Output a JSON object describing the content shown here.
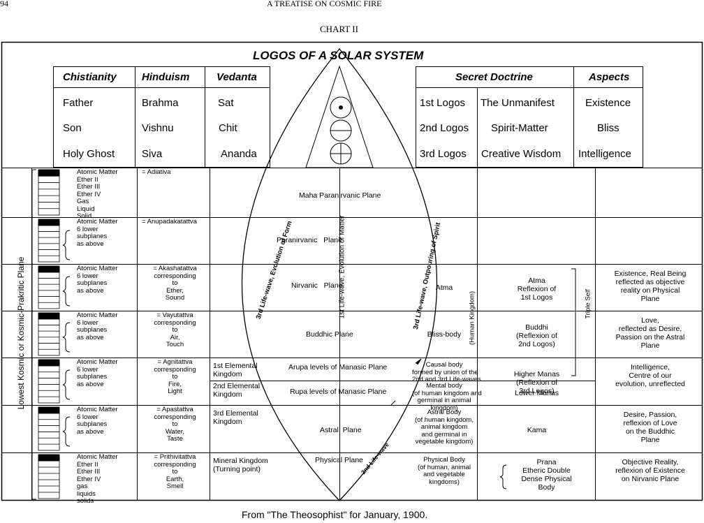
{
  "page": {
    "number": "94",
    "running_title": "A TREATISE ON COSMIC FIRE",
    "chart_label": "CHART II"
  },
  "title": "LOGOS OF A SOLAR SYSTEM",
  "left_table": {
    "headers": [
      "Chistianity",
      "Hinduism",
      "Vedanta"
    ],
    "rows": [
      [
        "Father",
        "Brahma",
        "Sat"
      ],
      [
        "Son",
        "Vishnu",
        "Chit"
      ],
      [
        "Holy Ghost",
        "Siva",
        "Ananda"
      ]
    ]
  },
  "right_table": {
    "headers": [
      "Secret Doctrine",
      "Aspects"
    ],
    "rows": [
      [
        "1st Logos",
        "The Unmanifest",
        "Existence"
      ],
      [
        "2nd Logos",
        "Spirit-Matter",
        "Bliss"
      ],
      [
        "3rd Logos",
        "Creative Wisdom",
        "Intelligence"
      ]
    ]
  },
  "vertical_label": "Lowest Kosmic or Kosmic-Prakritic Plane",
  "planes": [
    {
      "subplanes": [
        "Atomic Matter",
        "Ether II",
        "Ether III",
        "Ether IV",
        "Gas",
        "Liquid",
        "Solid"
      ],
      "tattva": [
        "= Adiativa"
      ],
      "kingdom": [],
      "plane": "Maha Paranirvanic Plane",
      "body": [],
      "principle": [],
      "aspect": []
    },
    {
      "subplanes": [
        "Atomic Matter",
        "6 lower",
        "subplanes",
        "as above"
      ],
      "tattva": [
        "= Anupadakatattva"
      ],
      "kingdom": [],
      "plane": "Paranirvanic   Plane",
      "body": [],
      "principle": [],
      "aspect": []
    },
    {
      "subplanes": [
        "Atomic Matter",
        "6 lower",
        "subplanes",
        "as above"
      ],
      "tattva": [
        "= Akashatattva",
        "corresponding",
        "to",
        "Ether,",
        "Sound"
      ],
      "kingdom": [],
      "plane": "Nirvanic   Plane",
      "body": [
        "Atma"
      ],
      "principle": [
        "Atma",
        "Reflexion of",
        "1st Logos"
      ],
      "aspect": [
        "Existence, Real Being",
        "reflected as objective",
        "reality on Physical",
        "Plane"
      ]
    },
    {
      "subplanes": [
        "Atomic Matter",
        "6 lower",
        "subplanes",
        "as above"
      ],
      "tattva": [
        "= Vayutattva",
        "corresponding",
        "to",
        "Air,",
        "Touch"
      ],
      "kingdom": [],
      "plane": "Buddhic Plane",
      "body": [
        "Bliss-body"
      ],
      "principle": [
        "Buddhi",
        "(Reflexion of",
        "2nd Logos)"
      ],
      "aspect": [
        "Love,",
        "reflected as Desire,",
        "Passion on the Astral",
        "Plane"
      ]
    },
    {
      "subplanes": [
        "Atomic Matter",
        "6 lower",
        "subplanes",
        "as above"
      ],
      "tattva": [
        "= Agnitattva",
        "corresponding",
        "to",
        "Fire,",
        "Light"
      ],
      "kingdom": [
        "1st Elemental",
        "Kingdom"
      ],
      "kingdom2": [
        "2nd Elemental",
        "Kingdom"
      ],
      "plane": "Arupa levels of Manasic Plane",
      "plane2": "Rupa levels of Manasic Plane",
      "body": [
        "Causal body",
        "formed by union of the",
        "2nd and 3rd Life-waves"
      ],
      "body2": [
        "Mental body",
        "(of human kingdom and",
        "germinal in animal",
        "kingdom)"
      ],
      "principle": [
        "Higher Manas",
        "(Reflexion of",
        "3rd Logos)"
      ],
      "principle2": [
        "Lower Manas"
      ],
      "aspect": [
        "Intelligence,",
        "Centre of our",
        "evolution, unreflected"
      ]
    },
    {
      "subplanes": [
        "Atomic Matter",
        "6 lower",
        "subplanes",
        "as above"
      ],
      "tattva": [
        "= Apastattva",
        "corresponding",
        "to",
        "Water,",
        "Taste"
      ],
      "kingdom": [
        "3rd Elemental",
        "Kingdom"
      ],
      "plane": "Astral  Plane",
      "body": [
        "Astral Body",
        "(of human kingdom,",
        "animal kingdom",
        "and germinal in",
        "vegetable kingdom)"
      ],
      "principle": [
        "Kama"
      ],
      "aspect": [
        "Desire, Passion,",
        "reflexion of Love",
        "on the Buddhic",
        "Plane"
      ]
    },
    {
      "subplanes": [
        "Atomic Matter",
        "Ether II",
        "Ether III",
        "Ether IV",
        "gas",
        "liquids",
        "solids"
      ],
      "tattva": [
        "= Prithivitattva",
        "corresponding",
        "to",
        "Earth,",
        "Smell"
      ],
      "kingdom": [
        "Mineral Kingdom",
        "(Turning point)"
      ],
      "plane": "Physical Plane",
      "body": [
        "Physical Body",
        "(of human, animal",
        "and vegetable",
        "kingdoms)"
      ],
      "principle": [
        "Prana",
        "Etheric Double",
        "Dense Physical",
        "Body"
      ],
      "aspect": [
        "Objective Reality,",
        "reflexion of Existence",
        "on Nirvanic Plane"
      ]
    }
  ],
  "curve_labels": {
    "third_wave": "3rd Life-wave, Evolution of Form",
    "first_wave": "1st Life-wave, Evolution of Matter",
    "second_wave": "3rd Life-wave, Outpouring of Spirit",
    "human": "(Human Kingdom)",
    "second_small": "2nd Life-wave",
    "triple_self": "Triple Self"
  },
  "footer": "From \"The Theosophist\" for January, 1900."
}
